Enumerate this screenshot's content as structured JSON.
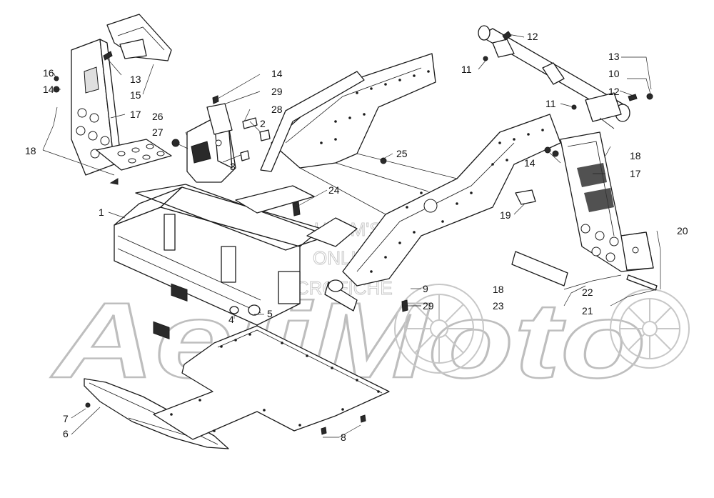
{
  "watermark": {
    "brand": "AeliMoto",
    "line1": "HLSM'S",
    "line2": "ONLINE",
    "line3": "MICROFICHE"
  },
  "callouts": [
    {
      "id": "c1",
      "label": "1"
    },
    {
      "id": "c2",
      "label": "2"
    },
    {
      "id": "c3",
      "label": "3"
    },
    {
      "id": "c4",
      "label": "4"
    },
    {
      "id": "c5",
      "label": "5"
    },
    {
      "id": "c6",
      "label": "6"
    },
    {
      "id": "c7",
      "label": "7"
    },
    {
      "id": "c8",
      "label": "8"
    },
    {
      "id": "c9",
      "label": "9"
    },
    {
      "id": "c10",
      "label": "10"
    },
    {
      "id": "c11a",
      "label": "11"
    },
    {
      "id": "c11b",
      "label": "11"
    },
    {
      "id": "c12a",
      "label": "12"
    },
    {
      "id": "c12b",
      "label": "12"
    },
    {
      "id": "c13a",
      "label": "13"
    },
    {
      "id": "c13b",
      "label": "13"
    },
    {
      "id": "c14a",
      "label": "14"
    },
    {
      "id": "c14b",
      "label": "14"
    },
    {
      "id": "c14c",
      "label": "14"
    },
    {
      "id": "c15",
      "label": "15"
    },
    {
      "id": "c16",
      "label": "16"
    },
    {
      "id": "c17a",
      "label": "17"
    },
    {
      "id": "c17b",
      "label": "17"
    },
    {
      "id": "c18a",
      "label": "18"
    },
    {
      "id": "c18b",
      "label": "18"
    },
    {
      "id": "c18c",
      "label": "18"
    },
    {
      "id": "c19",
      "label": "19"
    },
    {
      "id": "c20",
      "label": "20"
    },
    {
      "id": "c21",
      "label": "21"
    },
    {
      "id": "c22",
      "label": "22"
    },
    {
      "id": "c23",
      "label": "23"
    },
    {
      "id": "c24",
      "label": "24"
    },
    {
      "id": "c25",
      "label": "25"
    },
    {
      "id": "c26",
      "label": "26"
    },
    {
      "id": "c27",
      "label": "27"
    },
    {
      "id": "c28",
      "label": "28"
    },
    {
      "id": "c29a",
      "label": "29"
    },
    {
      "id": "c29b",
      "label": "29"
    }
  ]
}
